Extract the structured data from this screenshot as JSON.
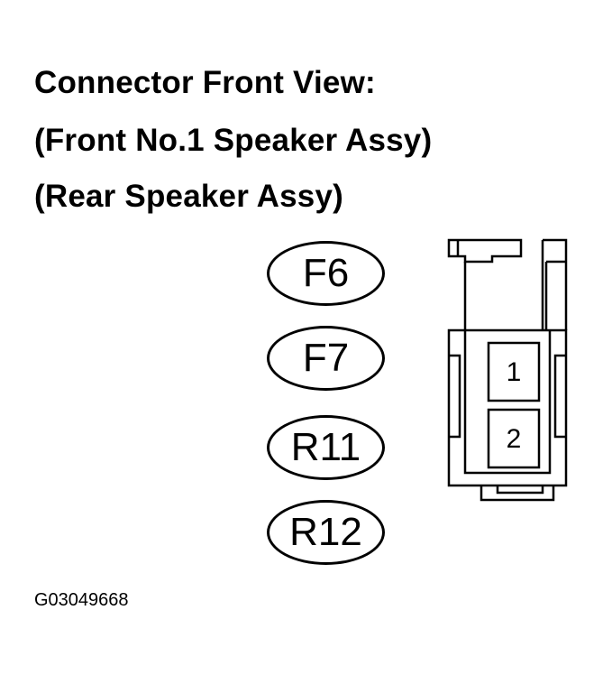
{
  "title": {
    "line1": "Connector Front View:",
    "line2": "(Front No.1 Speaker Assy)",
    "line3": "(Rear Speaker Assy)"
  },
  "connector_codes": [
    "F6",
    "F7",
    "R11",
    "R12"
  ],
  "pins": [
    "1",
    "2"
  ],
  "figure_id": "G03049668"
}
